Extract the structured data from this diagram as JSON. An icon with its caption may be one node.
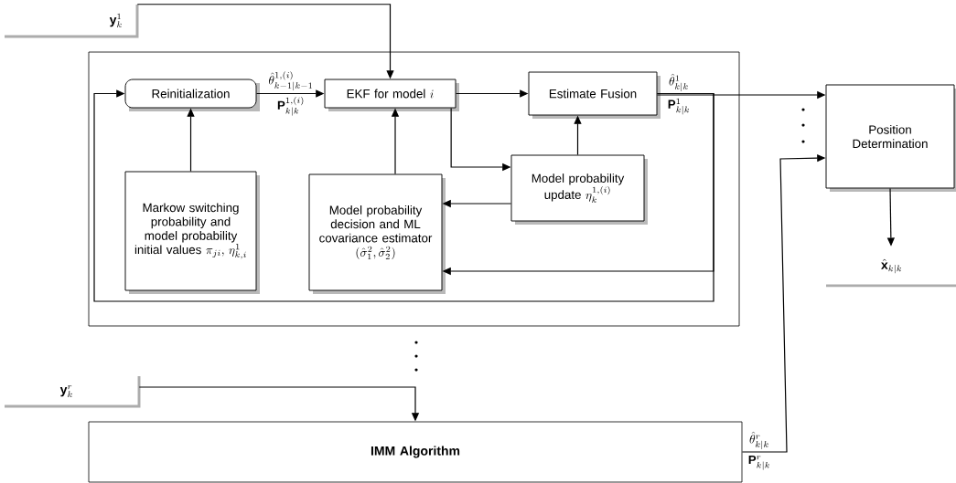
{
  "diagram": {
    "nodes": [
      {
        "text": [
          "\\mathbf{y}_k^1"
        ]
      },
      {
        "text": [],
        "shape": "box"
      },
      {
        "text": [
          "Reinitialization"
        ],
        "in": 1
      },
      {
        "text": [
          "EKF for model",
          "i"
        ],
        "in": 1
      },
      {
        "text": [
          "Estimate Fusion"
        ],
        "in": 1
      },
      {
        "text": [
          "Model probability update",
          "\\eta_k^{1,(i)}"
        ],
        "in": 1
      },
      {
        "text": [
          "Markow switching probability and model probability initial values",
          "\\pi_{ji},\\, \\eta_{k,i}^1"
        ],
        "in": 1
      },
      {
        "text": [
          "Model probability decision and ML covariance estimator",
          "(\\hat{\\sigma}_1^2,\\hat{\\sigma}_2^2)"
        ],
        "in": 1
      },
      {
        "text": [
          "Position Determination"
        ]
      },
      {
        "text": [
          "\\hat{\\mathbf{x}}_{k|k}"
        ]
      },
      {
        "text": [
          "\\mathbf{y}_k^r"
        ]
      },
      {
        "text": [
          "IMM Algorithm"
        ]
      }
    ],
    "edges": [
      {
        "from": 0,
        "to": 3,
        "arrow": "to"
      },
      {
        "from": 2,
        "to": 3,
        "arrow": "to",
        "label": "\\hat{\\theta}^{1,(i)}_{k-1|k-1}"
      },
      {
        "from": 3,
        "to": 4,
        "arrow": "to"
      },
      {
        "from": 3,
        "to": 5,
        "arrow": "to"
      },
      {
        "from": 5,
        "to": 4,
        "arrow": "to"
      },
      {
        "from": 5,
        "to": 7,
        "arrow": "to"
      },
      {
        "from": 6,
        "to": 2,
        "arrow": "to"
      },
      {
        "from": 7,
        "to": 3,
        "arrow": "to"
      },
      {
        "from": 4,
        "to": 8,
        "arrow": "to",
        "label": "\\hat{\\theta}^1_{k|k}"
      },
      {
        "from": 4,
        "to": 7,
        "arrow": "to"
      },
      {
        "from": 4,
        "to": 2,
        "arrow": "to"
      },
      {
        "from": 8,
        "to": 9,
        "arrow": "to"
      },
      {
        "from": 10,
        "to": 11,
        "arrow": "to"
      },
      {
        "from": 11,
        "to": 8,
        "arrow": "to",
        "label": "\\hat{\\theta}^r_{k|k}"
      }
    ],
    "labels": [
      "\\mathbf{P}^{1,(i)}_{k|k}",
      "\\mathbf{P}^1_{k|k}",
      "\\mathbf{P}^r_{k|k}"
    ]
  }
}
